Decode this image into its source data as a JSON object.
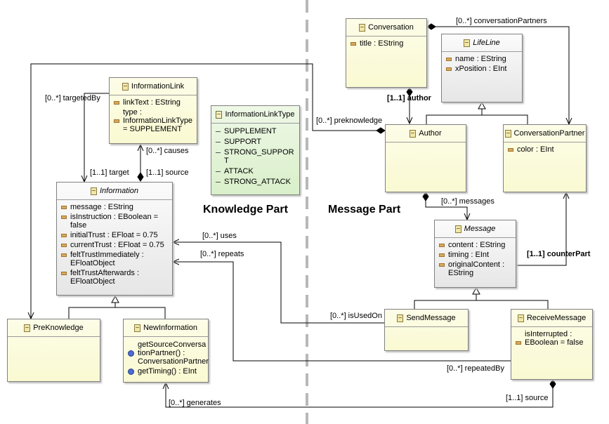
{
  "parts": {
    "knowledge": "Knowledge Part",
    "message": "Message Part"
  },
  "classes": {
    "information_link": {
      "name": "InformationLink",
      "attrs": [
        "linkText : EString",
        "type :\nInformationLinkType\n= SUPPLEMENT"
      ]
    },
    "information_link_type": {
      "name": "InformationLinkType",
      "literals": [
        "SUPPLEMENT",
        "SUPPORT",
        "STRONG_SUPPOR\nT",
        "ATTACK",
        "STRONG_ATTACK"
      ]
    },
    "information": {
      "name": "Information",
      "attrs": [
        "message : EString",
        "isInstruction : EBoolean =\nfalse",
        "initialTrust : EFloat = 0.75",
        "currentTrust : EFloat = 0.75",
        "feltTrustImmediately :\nEFloatObject",
        "feltTrustAfterwards :\nEFloatObject"
      ]
    },
    "pre_knowledge": {
      "name": "PreKnowledge"
    },
    "new_information": {
      "name": "NewInformation",
      "ops": [
        "getSourceConversa\ntionPartner() :\nConversationPartner",
        "getTiming() : EInt"
      ]
    },
    "conversation": {
      "name": "Conversation",
      "attrs": [
        "title : EString"
      ]
    },
    "life_line": {
      "name": "LifeLine",
      "attrs": [
        "name : EString",
        "xPosition : EInt"
      ]
    },
    "author": {
      "name": "Author"
    },
    "conversation_partner": {
      "name": "ConversationPartner",
      "attrs": [
        "color : EInt"
      ]
    },
    "message": {
      "name": "Message",
      "attrs": [
        "content : EString",
        "timing : EInt",
        "originalContent :\nEString"
      ]
    },
    "send_message": {
      "name": "SendMessage"
    },
    "receive_message": {
      "name": "ReceiveMessage",
      "attrs": [
        "isInterrupted :\nEBoolean = false"
      ]
    }
  },
  "edges": {
    "targeted_by": "[0..*] targetedBy",
    "target": "[1..1] target",
    "causes": "[0..*] causes",
    "source": "[1..1] source",
    "preknowledge": "[0..*] preknowledge",
    "uses": "[0..*] uses",
    "repeats": "[0..*] repeats",
    "is_used_on": "[0..*] isUsedOn",
    "repeated_by": "[0..*] repeatedBy",
    "generates": "[0..*] generates",
    "rm_source": "[1..1] source",
    "conversation_partners": "[0..*] conversationPartners",
    "author": "[1..1] author",
    "messages": "[0..*] messages",
    "counter_part": "[1..1] counterPart"
  }
}
